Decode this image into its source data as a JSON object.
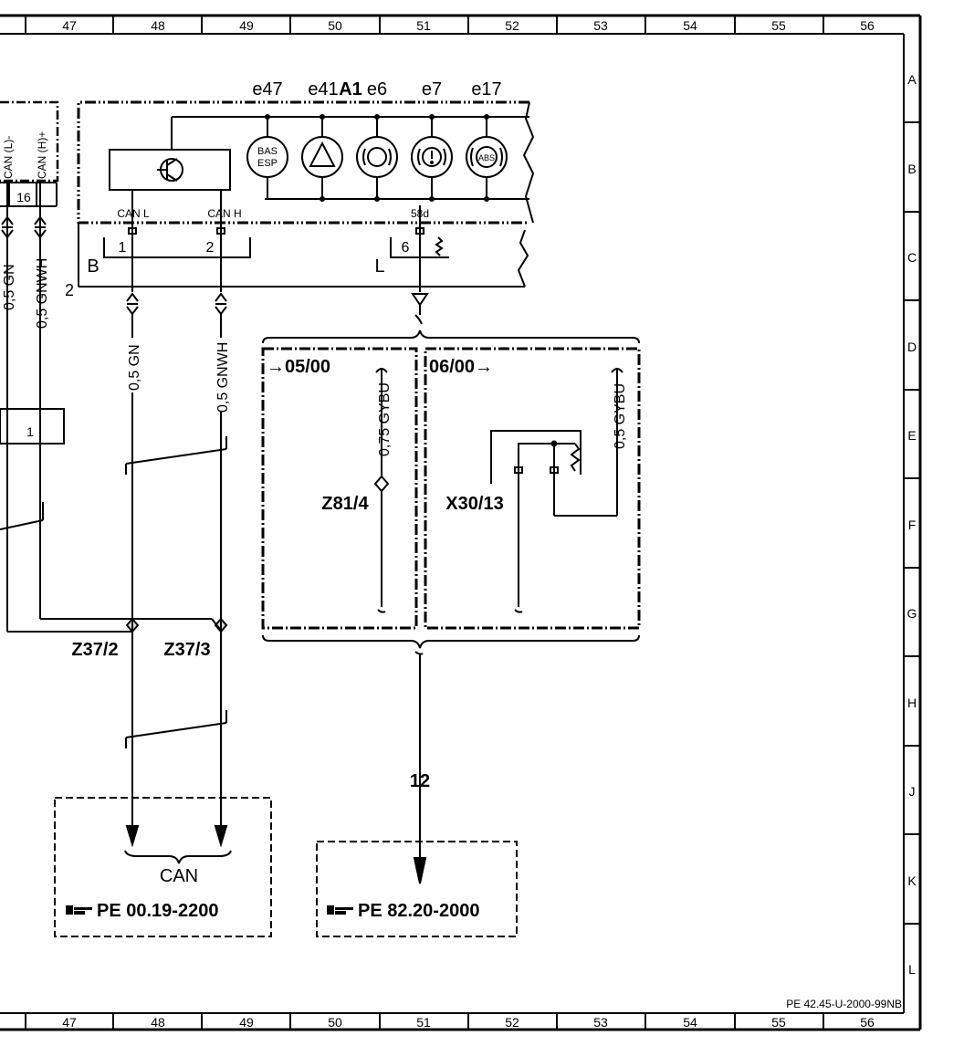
{
  "frame": {
    "columns": [
      "47",
      "48",
      "49",
      "50",
      "51",
      "52",
      "53",
      "54",
      "55",
      "56"
    ],
    "rows": [
      "A",
      "B",
      "C",
      "D",
      "E",
      "F",
      "G",
      "H",
      "J",
      "K",
      "L"
    ],
    "doc_id": "PE 42.45-U-2000-99NB"
  },
  "cluster": {
    "name": "A1",
    "lamps": [
      "e47",
      "e41",
      "e6",
      "e7",
      "e17"
    ],
    "bas_esp": [
      "BAS",
      "ESP"
    ],
    "abs": "ABS",
    "can_l": "CAN L",
    "can_h": "CAN H",
    "pin_58d": "58d",
    "pin1": "1",
    "pin2": "2",
    "pin6": "6",
    "conn_b": "B",
    "conn_l": "L",
    "num2": "2"
  },
  "left_module": {
    "can_l": "CAN (L)-",
    "can_h": "CAN (H)+",
    "pin16": "16",
    "wire_gn": "0,5 GN",
    "wire_gnwh": "0,5 GNWH",
    "pin1": "1"
  },
  "wires": {
    "gn": "0,5 GN",
    "gnwh": "0,5 GNWH",
    "z37_2": "Z37/2",
    "z37_3": "Z37/3",
    "wire12": "12"
  },
  "variants": {
    "v1_label": "→05/00",
    "v1_wire": "0,75 GYBU",
    "v1_comp": "Z81/4",
    "v2_label": "06/00→",
    "v2_wire": "0,5 GYBU",
    "v2_comp": "X30/13"
  },
  "refs": {
    "can_label": "CAN",
    "ref1": "PE 00.19-2200",
    "ref2": "PE 82.20-2000"
  }
}
